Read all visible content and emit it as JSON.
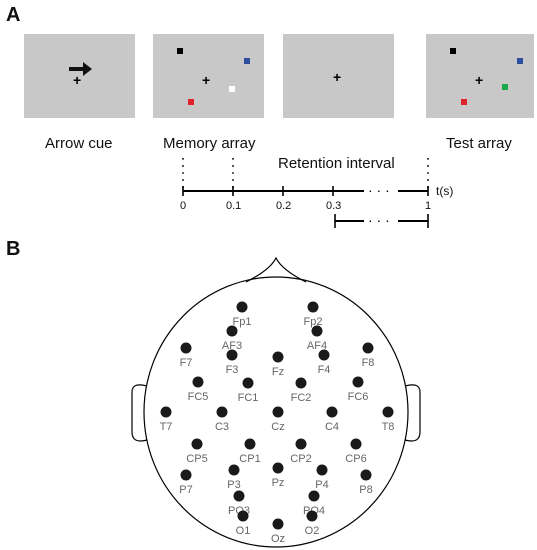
{
  "panel_a": {
    "letter": "A",
    "captions": {
      "arrow_cue": "Arrow cue",
      "memory_array": "Memory array",
      "retention": "Retention interval",
      "test_array": "Test array"
    },
    "timeline": {
      "unit_label": "t(s)",
      "ticks": [
        "0",
        "0.1",
        "0.2",
        "0.3",
        "1"
      ],
      "ellipsis": "· · ·"
    },
    "colors": {
      "screen_bg": "#c8c8c8",
      "black": "#000000",
      "blue": "#2e4fa0",
      "red": "#e0222a",
      "white": "#ffffff",
      "green": "#1aa84a"
    }
  },
  "panel_b": {
    "letter": "B",
    "electrodes": [
      {
        "label": "Fp1"
      },
      {
        "label": "Fp2"
      },
      {
        "label": "AF3"
      },
      {
        "label": "AF4"
      },
      {
        "label": "F7"
      },
      {
        "label": "F3"
      },
      {
        "label": "Fz"
      },
      {
        "label": "F4"
      },
      {
        "label": "F8"
      },
      {
        "label": "FC5"
      },
      {
        "label": "FC1"
      },
      {
        "label": "FC2"
      },
      {
        "label": "FC6"
      },
      {
        "label": "T7"
      },
      {
        "label": "C3"
      },
      {
        "label": "Cz"
      },
      {
        "label": "C4"
      },
      {
        "label": "T8"
      },
      {
        "label": "CP5"
      },
      {
        "label": "CP1"
      },
      {
        "label": "CP2"
      },
      {
        "label": "CP6"
      },
      {
        "label": "P7"
      },
      {
        "label": "P3"
      },
      {
        "label": "Pz"
      },
      {
        "label": "P4"
      },
      {
        "label": "P8"
      },
      {
        "label": "PO3"
      },
      {
        "label": "PO4"
      },
      {
        "label": "O1"
      },
      {
        "label": "Oz"
      },
      {
        "label": "O2"
      }
    ]
  }
}
